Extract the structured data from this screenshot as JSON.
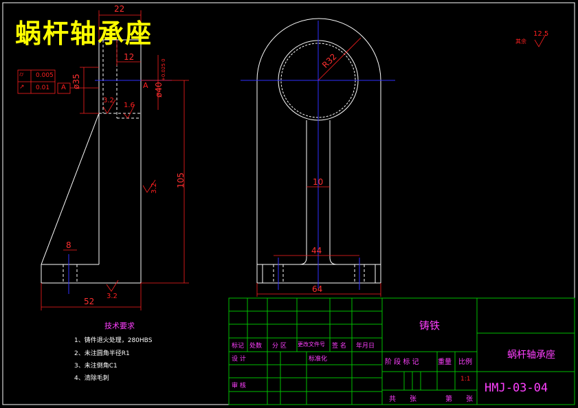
{
  "title": "蜗杆轴承座",
  "material": "铸铁",
  "drawing_name": "蜗杆轴承座",
  "drawing_number": "HMJ-03-04",
  "scale_value": "1:1",
  "roughness_general": "12.5",
  "roughness_prefix": "其余",
  "tolerances": {
    "row1_value": "0.005",
    "row2_value": "0.01",
    "datum": "A"
  },
  "dims": {
    "d22": "22",
    "d12": "12",
    "d35": "ø35",
    "d40": "ø40",
    "d40_tol": "+0.025 0",
    "d105": "105",
    "d8": "8",
    "d52": "52",
    "r32": "R32",
    "d10": "10",
    "d44": "44",
    "d64": "64",
    "rough_32a": "3.2",
    "rough_16": "1.6",
    "rough_32b": "3.2",
    "rough_32c": "3.2",
    "datum_a": "A"
  },
  "tech_req": {
    "heading": "技术要求",
    "items": [
      "1、铸件退火处理，280HBS",
      "2、未注圆角半径R1",
      "3、未注倒角C1",
      "4、清除毛刺"
    ]
  },
  "title_block": {
    "row_labels": [
      "标记",
      "处数",
      "分 区",
      "更改文件号",
      "签 名",
      "年月日"
    ],
    "design": "设 计",
    "standardize": "标准化",
    "review": "审 核",
    "stage_mark": "阶 段 标 记",
    "weight": "重量",
    "scale": "比例",
    "total_sheets": "共　　张",
    "sheet_no": "第　　张"
  }
}
